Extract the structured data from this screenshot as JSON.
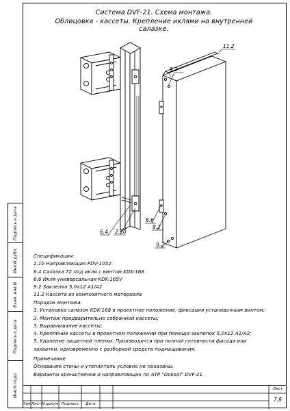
{
  "title": {
    "line1": "Система DVF-21. Схема монтажа.",
    "line2": "Облицовка - кассеты. Крепление иклями на внутренней салазке."
  },
  "callouts": {
    "c_9_2_top": "9.2",
    "c_11_2": "11.2",
    "c_6_6": "6.6",
    "c_9_2_mid": "9.2",
    "c_6_4": "6.4",
    "c_2_10": "2.10",
    "c_9_2_bot": "9.2"
  },
  "specification": {
    "heading": "Спецификация:",
    "items": [
      "2.10 Направляющая PDV-1052",
      "6.4 Салазка T2 под икли с винтом KDK-168",
      "6.6 Икля универсальная KDK-165V",
      "9.2 Заклепка 5,0х12 A1/A2",
      "11.2 Кассета из композитного материала"
    ]
  },
  "procedure": {
    "heading": "Порядок монтажа:",
    "steps": [
      "1. Установка салазок KDK-168 в проектное положение, фиксация установочным винтом;",
      "2. Монтаж предварительно собранной кассеты;",
      "3. Выравнивание кассеты;",
      "4. Крепление кассеты в проектном положении при помощи заклепок 5,0х12 A1/A2;",
      "5. Удаление защитной пленки. Производится при полной готовности фасада или",
      "захватки, одновременно с разборкой средств подмащивания."
    ]
  },
  "notes": {
    "heading": "Примечание",
    "lines": [
      "Основание стены и утеплитель условно не показаны.",
      "Варианты кронштейнов и направляющих по АТР \"DoksAl\" DVF-21."
    ]
  },
  "side_table": {
    "row1": "Подпись и дата",
    "row2": "Инв.N дубл.",
    "row3": "Взам. инв.N",
    "row4": "Подпись и дата",
    "row5": "Инв.N подл."
  },
  "stamp": {
    "col_izm": "Изм.",
    "col_list": "Лист",
    "col_ndoc": "N докум.",
    "col_podp": "Подпись",
    "col_data": "Дата",
    "sheet_label": "Лист",
    "sheet_number": "7.8"
  }
}
